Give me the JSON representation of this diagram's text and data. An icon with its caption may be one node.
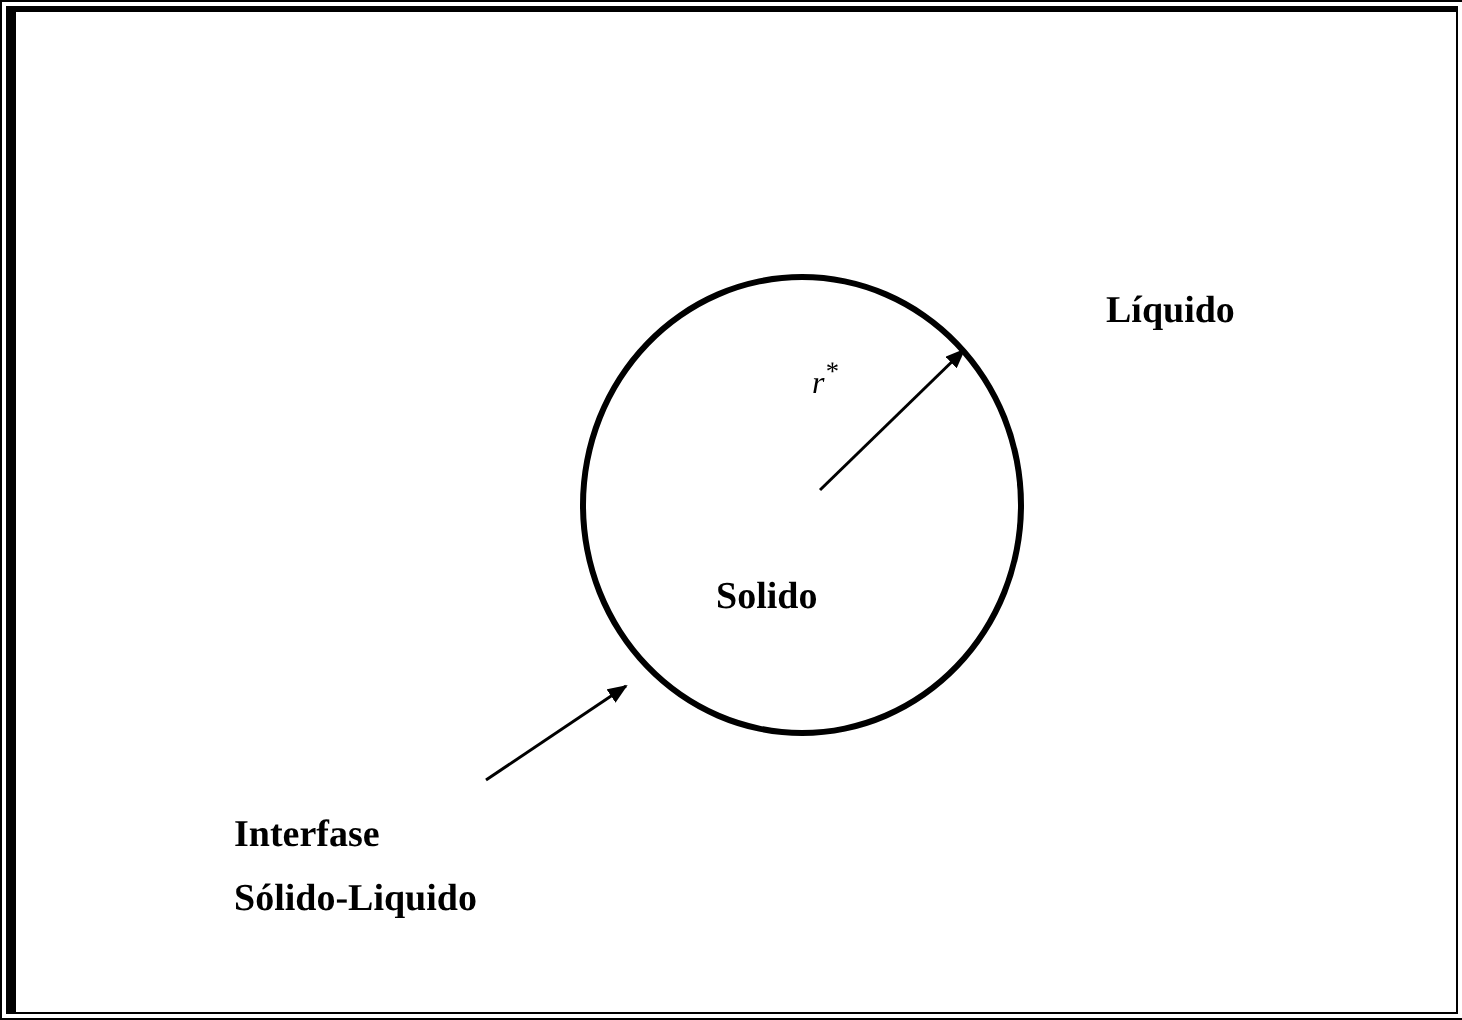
{
  "diagram": {
    "nodes": [
      {
        "text": [
          "Solido"
        ]
      },
      {
        "text": [
          "Interfase Sólido-Liquido"
        ]
      }
    ],
    "edges": [
      {
        "from": 1,
        "to": 0,
        "arrow": "to"
      }
    ],
    "labels": [
      "Líquido",
      "r$^{*}$"
    ]
  }
}
